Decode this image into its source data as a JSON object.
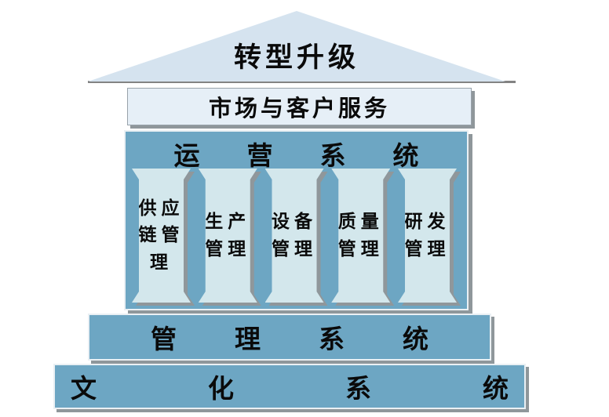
{
  "diagram": {
    "roof": {
      "label": "转型升级"
    },
    "eave": {
      "label": "市场与客户服务"
    },
    "operations": {
      "title": "运营系统",
      "pillars": [
        {
          "label": "供应链管理"
        },
        {
          "label": "生产管理"
        },
        {
          "label": "设备管理"
        },
        {
          "label": "质量管理"
        },
        {
          "label": "研发管理"
        }
      ]
    },
    "management": {
      "label": "管理系统"
    },
    "culture": {
      "label": "文化系统"
    },
    "colors": {
      "roof_fill": "#d5e3ef",
      "eave_fill": "#e6eff7",
      "band_fill": "#6da6c3",
      "pillar_fill": "#d3e7ec",
      "shadow": "#8f979b",
      "light_border": "#eaf0f4",
      "roof_line": "#838383",
      "text": "#0a0a0a"
    }
  }
}
